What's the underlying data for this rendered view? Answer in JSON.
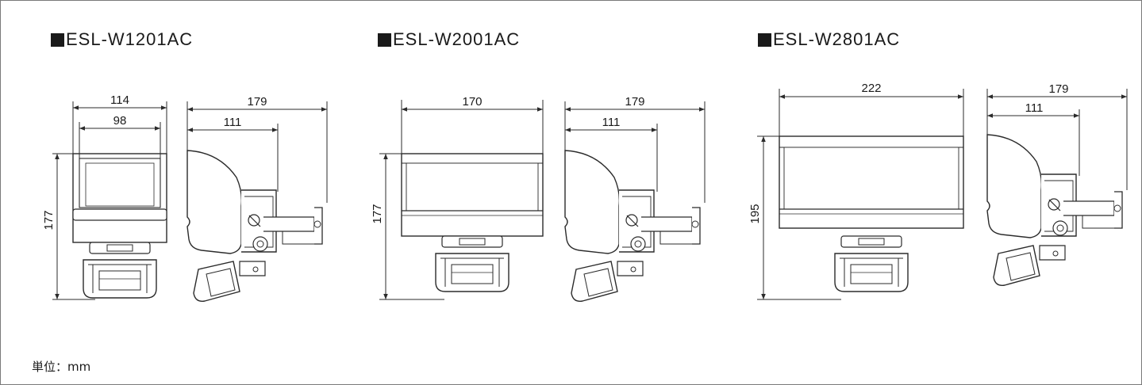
{
  "colors": {
    "border": "#7a7a7a",
    "line": "#2b2b2b",
    "text": "#1a1a1a"
  },
  "models": [
    {
      "name": "ESL-W1201AC",
      "dims": {
        "width_outer": "114",
        "width_inner": "98",
        "height": "177",
        "depth_total": "179",
        "depth_partial": "111"
      }
    },
    {
      "name": "ESL-W2001AC",
      "dims": {
        "width": "170",
        "height": "177",
        "depth_total": "179",
        "depth_partial": "111"
      }
    },
    {
      "name": "ESL-W2801AC",
      "dims": {
        "width": "222",
        "height": "195",
        "depth_total": "179",
        "depth_partial": "111"
      }
    }
  ],
  "unit_label": "単位：mm"
}
